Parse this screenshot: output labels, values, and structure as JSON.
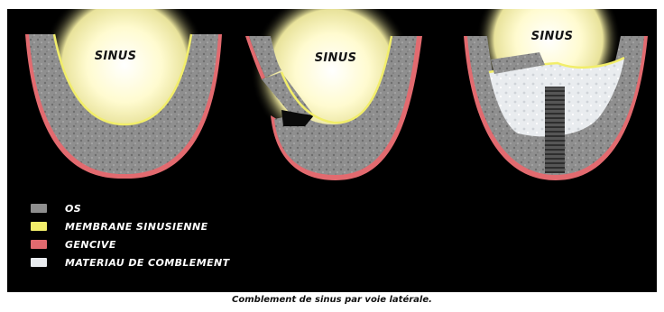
{
  "panels": [
    {
      "sinus_label": "SINUS"
    },
    {
      "sinus_label": "SINUS"
    },
    {
      "sinus_label": "SINUS"
    }
  ],
  "legend": [
    {
      "label": "OS",
      "color": "#8e8e8e"
    },
    {
      "label": "MEMBRANE SINUSIENNE",
      "color": "#f2ee6a"
    },
    {
      "label": "GENCIVE",
      "color": "#e26a6f"
    },
    {
      "label": "MATERIAU DE COMBLEMENT",
      "color": "#e9ecef"
    }
  ],
  "caption": "Comblement de sinus par voie latérale.",
  "colors": {
    "background": "#000000",
    "bone": "#8e8e8e",
    "membrane": "#f2ee6a",
    "gum": "#e26a6f",
    "graft": "#e9ecef",
    "sinus_glow": "#fffde0",
    "implant": "#4d4d4d"
  }
}
